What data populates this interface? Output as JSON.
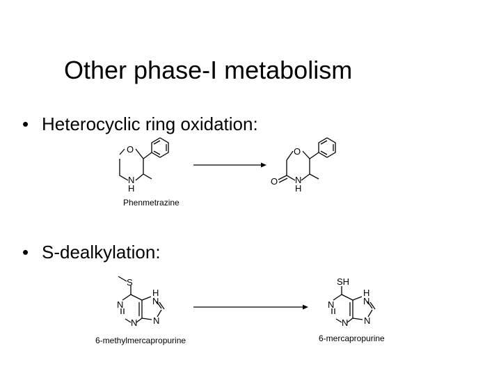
{
  "slide": {
    "title": "Other phase-I metabolism",
    "bullet_char": "•",
    "bullets": [
      {
        "text": "Heterocyclic ring oxidation:"
      },
      {
        "text": "S-dealkylation:"
      }
    ]
  },
  "reactions": [
    {
      "substrate_caption": "Phenmetrazine",
      "substrate_atoms": {
        "O": "O",
        "N": "N",
        "H": "H"
      },
      "product_atoms": {
        "O": "O",
        "O2": "O",
        "N": "N",
        "H": "H"
      }
    },
    {
      "substrate_caption": "6-methylmercapropurine",
      "product_caption": "6-mercapropurine",
      "substrate_atoms": {
        "S": "S",
        "NH_H": "H",
        "NH_N": "N",
        "N1": "N",
        "N3": "N",
        "N9": "N"
      },
      "product_atoms": {
        "SH": "SH",
        "NH_H": "H",
        "NH_N": "N",
        "N1": "N",
        "N3": "N",
        "N9": "N"
      }
    }
  ]
}
